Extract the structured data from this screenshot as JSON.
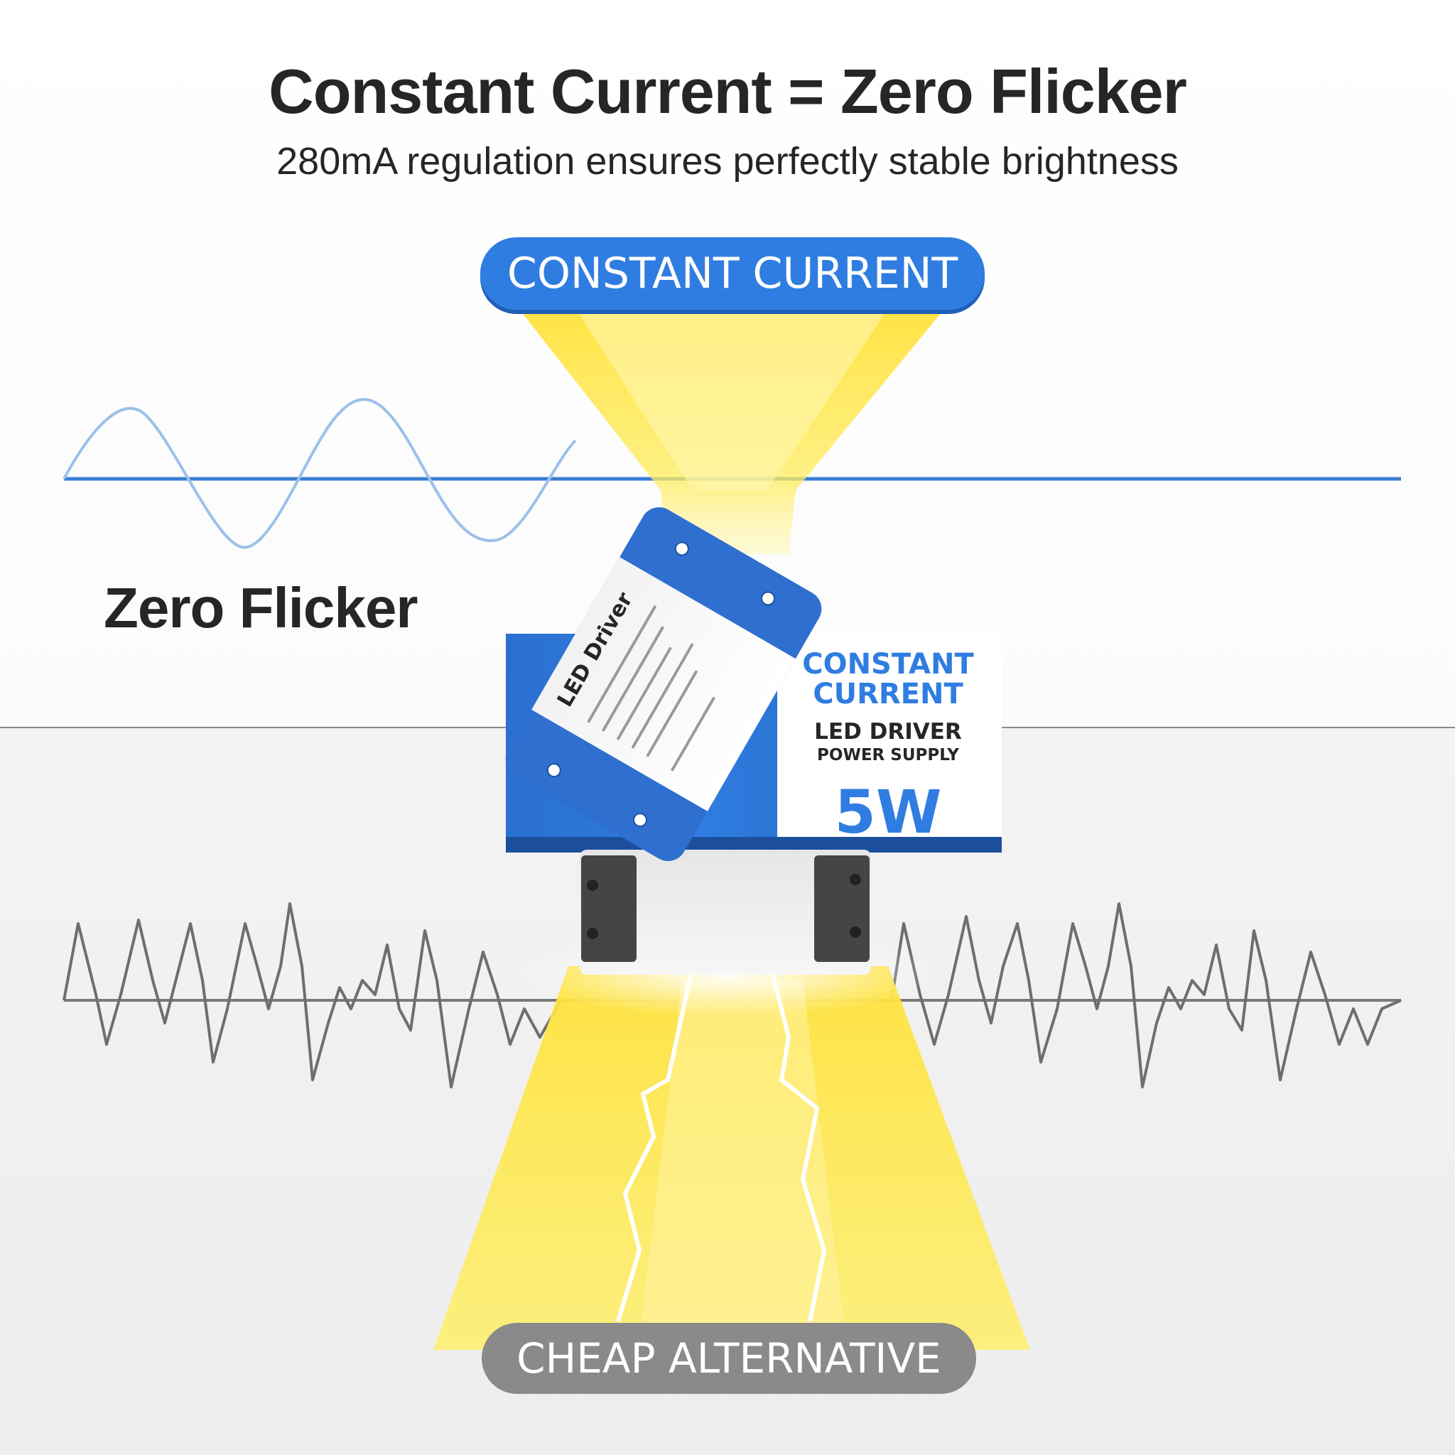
{
  "header": {
    "title": "Constant Current = Zero Flicker",
    "subtitle": "280mA regulation ensures perfectly stable brightness"
  },
  "labels": {
    "constant_current_pill": "CONSTANT CURRENT",
    "zero_flicker": "Zero Flicker",
    "cheap_alternative_pill": "CHEAP ALTERNATIVE"
  },
  "product": {
    "box_line1": "CONSTANT",
    "box_line2": "CURRENT",
    "box_line3": "LED DRIVER",
    "box_line4": "POWER SUPPLY",
    "box_wattage": "5W",
    "driver_title": "LED Driver"
  },
  "colors": {
    "accent_blue": "#2f7de0",
    "dark_text": "#262626",
    "beam_yellow": "#ffe23a",
    "grey_pill": "#8a8a8a",
    "stable_wave": "#3a7ed6",
    "noisy_wave": "#6e6e6e"
  }
}
